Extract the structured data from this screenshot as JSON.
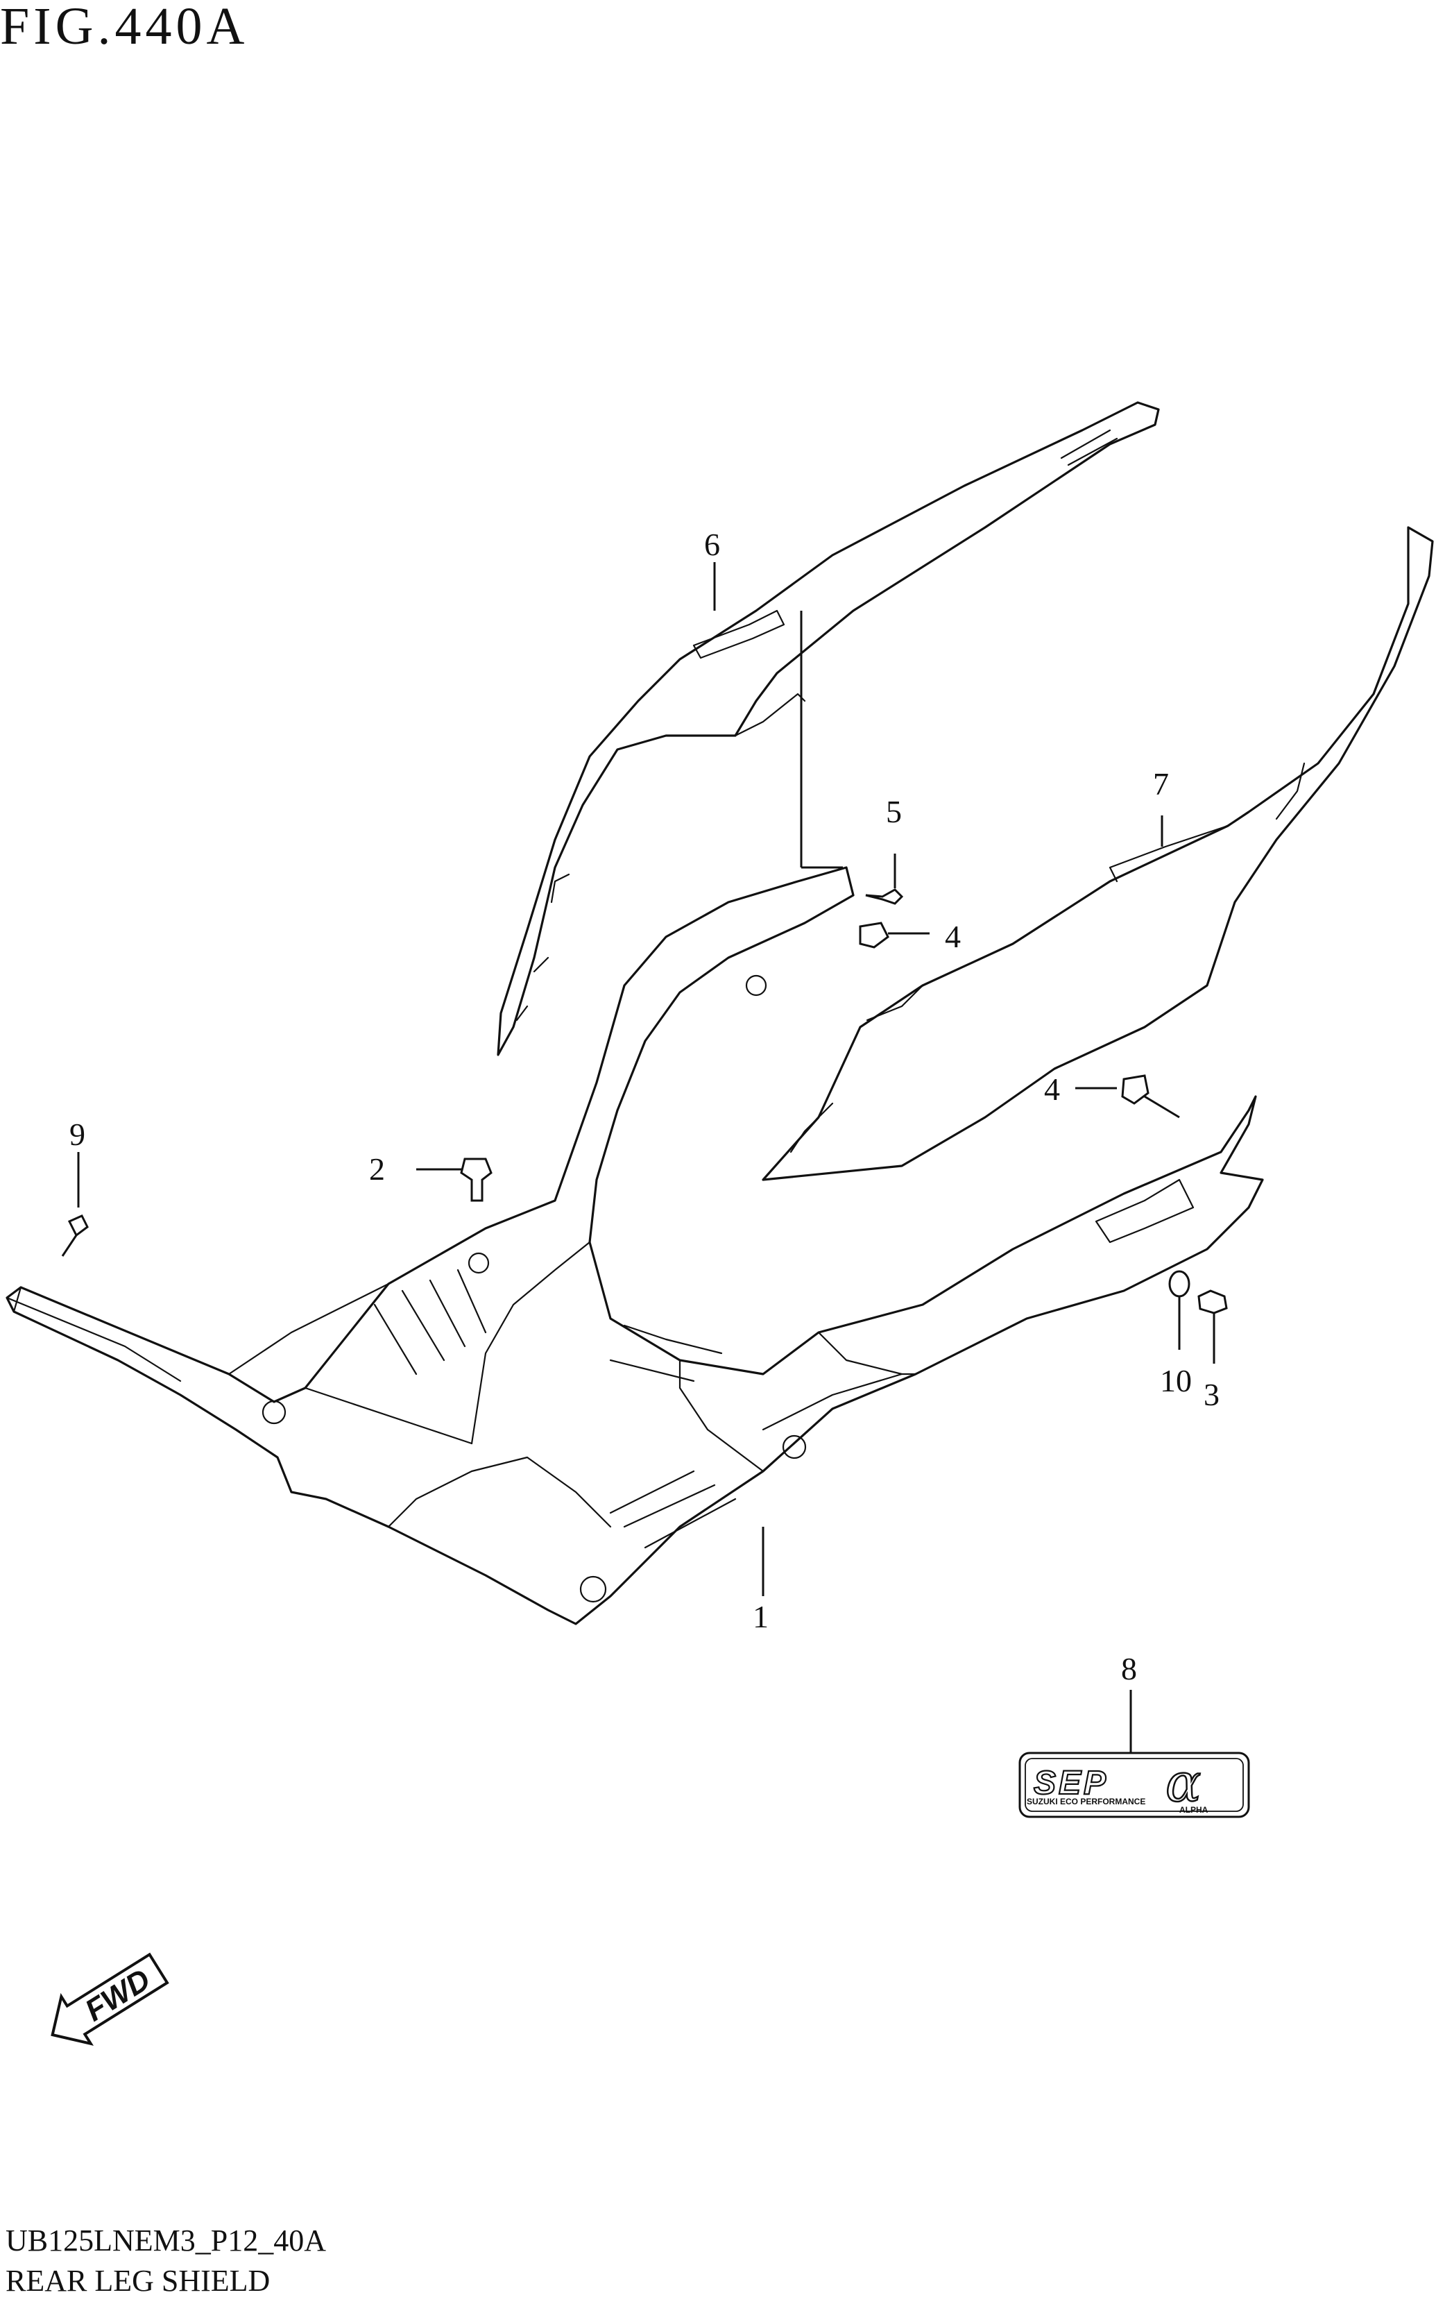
{
  "figure": {
    "title": "FIG.440A"
  },
  "callouts": [
    {
      "number": "1"
    },
    {
      "number": "2"
    },
    {
      "number": "3"
    },
    {
      "number": "4"
    },
    {
      "number": "4"
    },
    {
      "number": "5"
    },
    {
      "number": "6"
    },
    {
      "number": "7"
    },
    {
      "number": "8"
    },
    {
      "number": "9"
    },
    {
      "number": "10"
    }
  ],
  "emblem": {
    "main_text": "SEP",
    "sub_text": "SUZUKI ECO PERFORMANCE",
    "symbol": "α",
    "symbol_label": "ALPHA"
  },
  "fwd_badge": {
    "label": "FWD"
  },
  "footer": {
    "code": "UB125LNEM3_P12_40A",
    "name": "REAR LEG SHIELD"
  }
}
